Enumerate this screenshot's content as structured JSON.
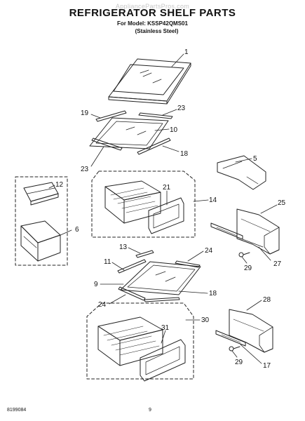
{
  "watermark": "AppliancePartsPros.com",
  "header": {
    "title": "REFRIGERATOR SHELF PARTS",
    "model_line": "For Model: KSSP42QMS01",
    "finish": "(Stainless Steel)"
  },
  "footer": {
    "doc_number": "8199084",
    "page_number": "9"
  },
  "part_labels": {
    "p1": "1",
    "p19": "19",
    "p23a": "23",
    "p10": "10",
    "p18a": "18",
    "p23b": "23",
    "p5": "5",
    "p12": "12",
    "p6": "6",
    "p21": "21",
    "p14": "14",
    "p25": "25",
    "p29a": "29",
    "p27": "27",
    "p13": "13",
    "p24a": "24",
    "p11": "11",
    "p9": "9",
    "p18b": "18",
    "p24b": "24",
    "p30": "30",
    "p31": "31",
    "p28": "28",
    "p29b": "29",
    "p17": "17"
  }
}
